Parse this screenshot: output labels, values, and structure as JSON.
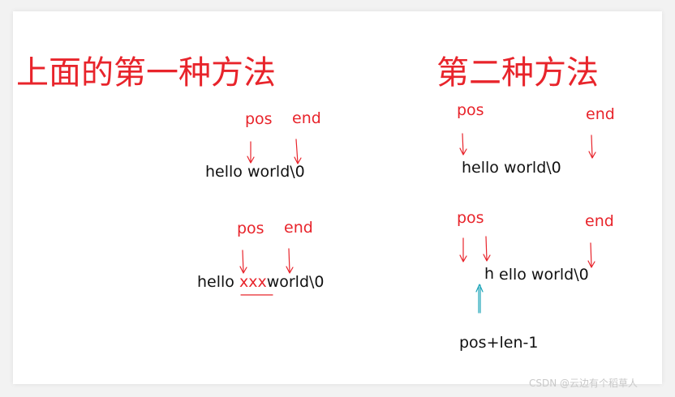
{
  "left": {
    "title": "上面的第一种方法",
    "diagram1": {
      "pos": "pos",
      "end": "end",
      "text": "hello world\\0"
    },
    "diagram2": {
      "pos": "pos",
      "end": "end",
      "text_before": "hello ",
      "inserted": "xxx",
      "text_after": "world\\0"
    }
  },
  "right": {
    "title": "第二种方法",
    "diagram1": {
      "pos": "pos",
      "end": "end",
      "text": "hello world\\0"
    },
    "diagram2": {
      "pos": "pos",
      "end": "end",
      "char": "h",
      "text_after": "ello world\\0"
    },
    "label": "pos+len-1"
  },
  "watermark": "CSDN @云边有个稻草人",
  "colors": {
    "annotation_red": "#e8242b",
    "cyan_arrow": "#1aa3b8",
    "text_black": "#111111"
  }
}
